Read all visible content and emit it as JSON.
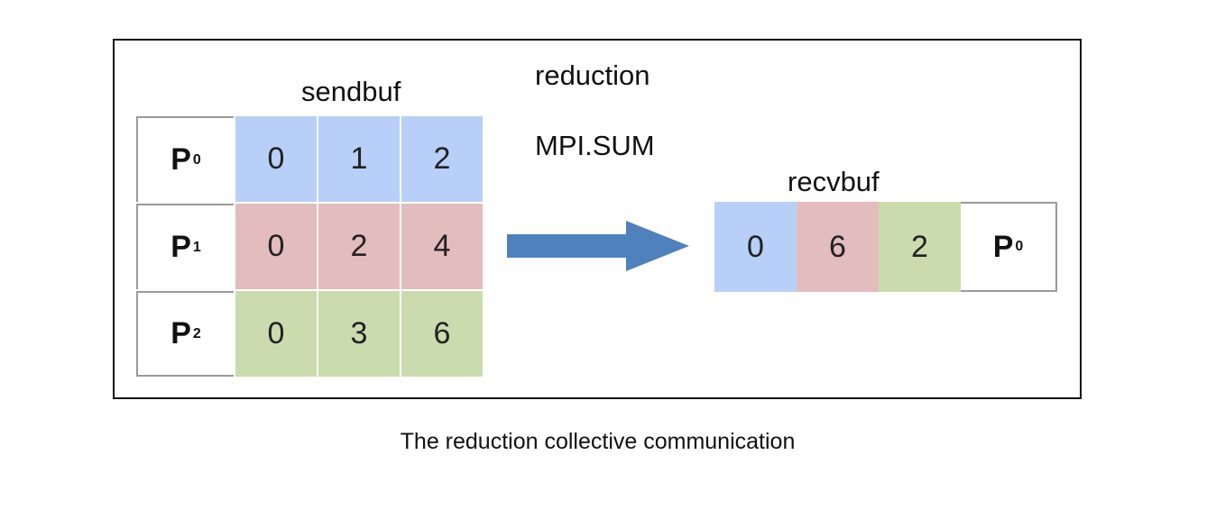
{
  "labels": {
    "sendbuf": "sendbuf",
    "recvbuf": "recvbuf",
    "operation": "reduction",
    "op_name": "MPI.SUM"
  },
  "processes": [
    {
      "name": "P",
      "sub": "0",
      "values": [
        "0",
        "1",
        "2"
      ]
    },
    {
      "name": "P",
      "sub": "1",
      "values": [
        "0",
        "2",
        "4"
      ]
    },
    {
      "name": "P",
      "sub": "2",
      "values": [
        "0",
        "3",
        "6"
      ]
    }
  ],
  "result": {
    "process": {
      "name": "P",
      "sub": "0"
    },
    "values": [
      "0",
      "6",
      "2"
    ]
  },
  "caption": "The reduction collective communication",
  "colors": {
    "p0_row": "#b8cff7",
    "p1_row": "#e3bcbe",
    "p2_row": "#cadcad",
    "arrow": "#4f81bd",
    "border": "#111111",
    "cell_border": "#9a9a9a"
  }
}
